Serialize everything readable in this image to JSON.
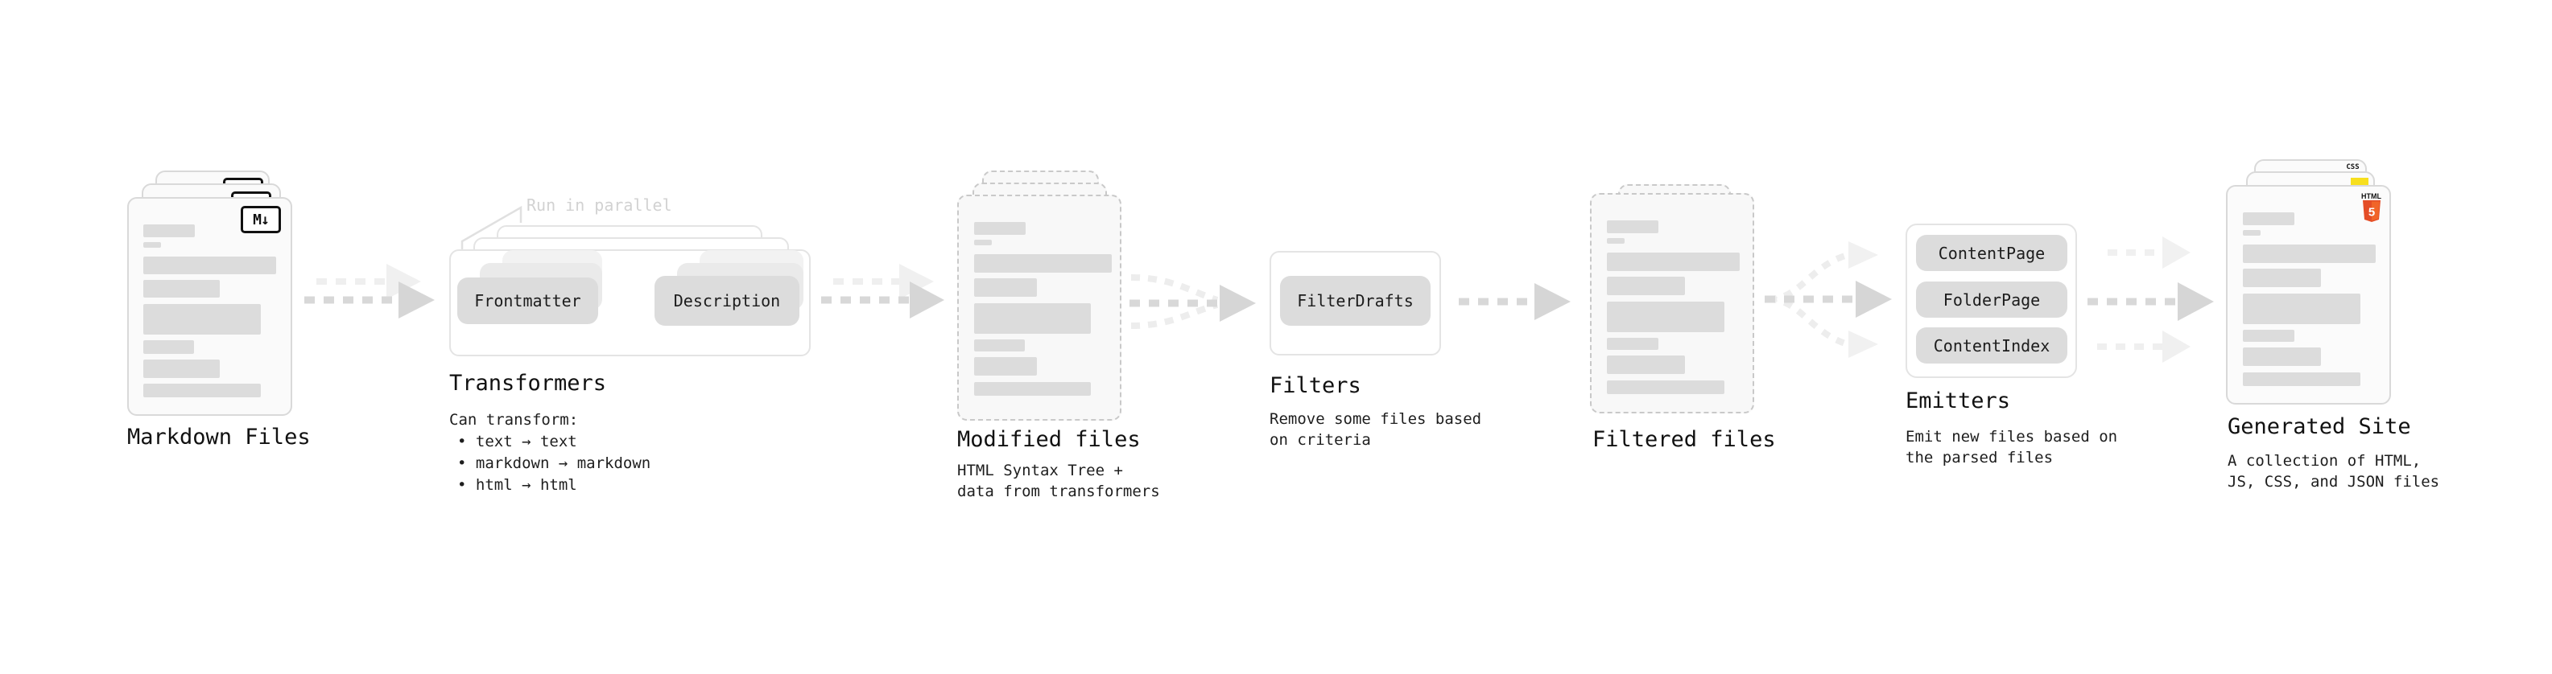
{
  "pipeline": {
    "markdown_files": {
      "title": "Markdown Files",
      "icon_label": "M↓"
    },
    "transformers": {
      "title": "Transformers",
      "annotation": "Run in parallel",
      "step_a": "Frontmatter",
      "step_b": "Description",
      "caption_heading": "Can transform:",
      "bullets": [
        "• text → text",
        "• markdown → markdown",
        "• html → html"
      ]
    },
    "modified_files": {
      "title": "Modified files",
      "caption_lines": [
        "HTML Syntax Tree +",
        "data from transformers"
      ]
    },
    "filters": {
      "title": "Filters",
      "step": "FilterDrafts",
      "caption_lines": [
        "Remove some files based",
        "on criteria"
      ]
    },
    "filtered_files": {
      "title": "Filtered files"
    },
    "emitters": {
      "title": "Emitters",
      "steps": [
        "ContentPage",
        "FolderPage",
        "ContentIndex"
      ],
      "caption_lines": [
        "Emit new files based on",
        "the parsed files"
      ]
    },
    "generated_site": {
      "title": "Generated Site",
      "caption_lines": [
        "A collection of HTML,",
        "JS, CSS, and JSON files"
      ],
      "css_icon_label": "CSS",
      "html_icon_label": "HTML",
      "html_icon_number": "5"
    },
    "colors": {
      "arrow_dark": "#d6d6d6",
      "arrow_light": "#eeeeee",
      "js_yellow": "#f7df1e",
      "css_blue": "#2563eb",
      "html_orange": "#e44d26",
      "html_orange_light": "#f16529"
    }
  }
}
